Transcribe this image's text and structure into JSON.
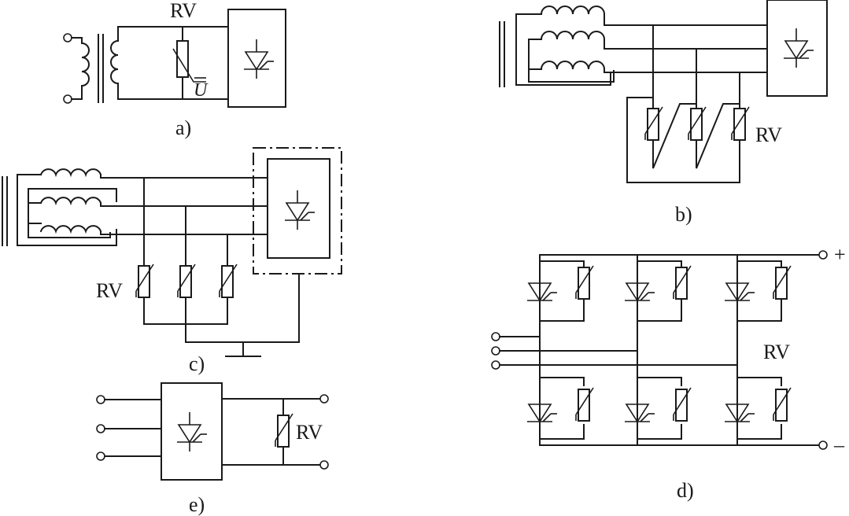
{
  "figure": {
    "panels": [
      {
        "id": "a",
        "caption": "a)",
        "labels": [
          "RV",
          "U"
        ]
      },
      {
        "id": "b",
        "caption": "b)",
        "labels": [
          "RV"
        ]
      },
      {
        "id": "c",
        "caption": "c)",
        "labels": [
          "RV"
        ]
      },
      {
        "id": "d",
        "caption": "d)",
        "labels": [
          "RV",
          "+",
          "–"
        ]
      },
      {
        "id": "e",
        "caption": "e)",
        "labels": [
          "RV"
        ]
      }
    ]
  },
  "colors": {
    "ink": "#1a1a1a",
    "background": "#ffffff"
  }
}
